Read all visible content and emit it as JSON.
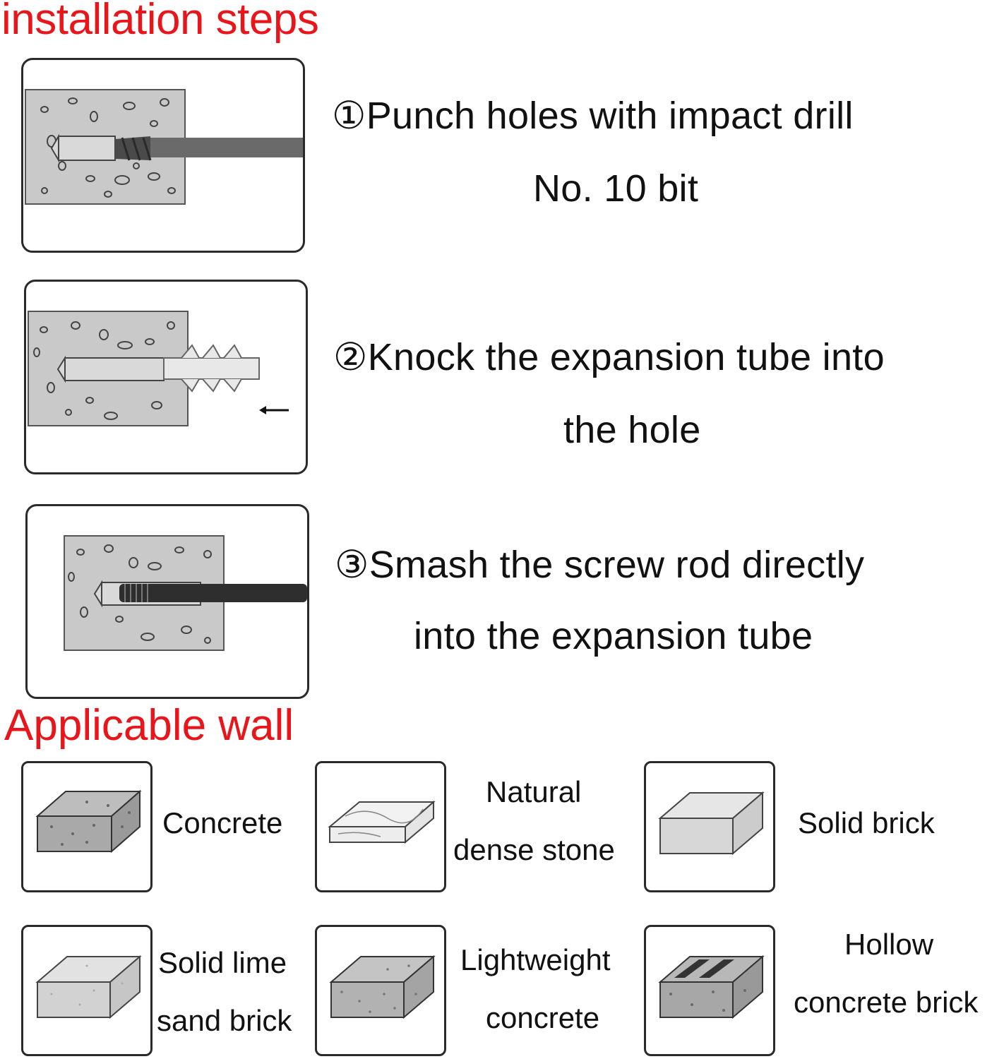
{
  "headings": {
    "installation": "installation steps",
    "applicable": "Applicable wall"
  },
  "steps": [
    {
      "line1": "①Punch holes with impact drill",
      "line2": "No. 10 bit",
      "icon": "drill-into-concrete"
    },
    {
      "line1": "②Knock the expansion tube into",
      "line2": "the hole",
      "icon": "insert-anchor"
    },
    {
      "line1": "③Smash the screw rod directly",
      "line2": "into the expansion tube",
      "icon": "hammer-screw-rod"
    }
  ],
  "walls": [
    {
      "line1": "Concrete",
      "line2": "",
      "icon": "concrete-block"
    },
    {
      "line1": "Natural",
      "line2": "dense stone",
      "icon": "stone-slab"
    },
    {
      "line1": "Solid brick",
      "line2": "",
      "icon": "solid-brick"
    },
    {
      "line1": "Solid lime",
      "line2": "sand brick",
      "icon": "lime-sand-brick"
    },
    {
      "line1": "Lightweight",
      "line2": "concrete",
      "icon": "lightweight-block"
    },
    {
      "line1": "Hollow",
      "line2": "concrete brick",
      "icon": "hollow-brick"
    }
  ],
  "colors": {
    "heading": "#e8161b",
    "concrete": "#c9c9c9",
    "outline": "#2a2a2a"
  }
}
